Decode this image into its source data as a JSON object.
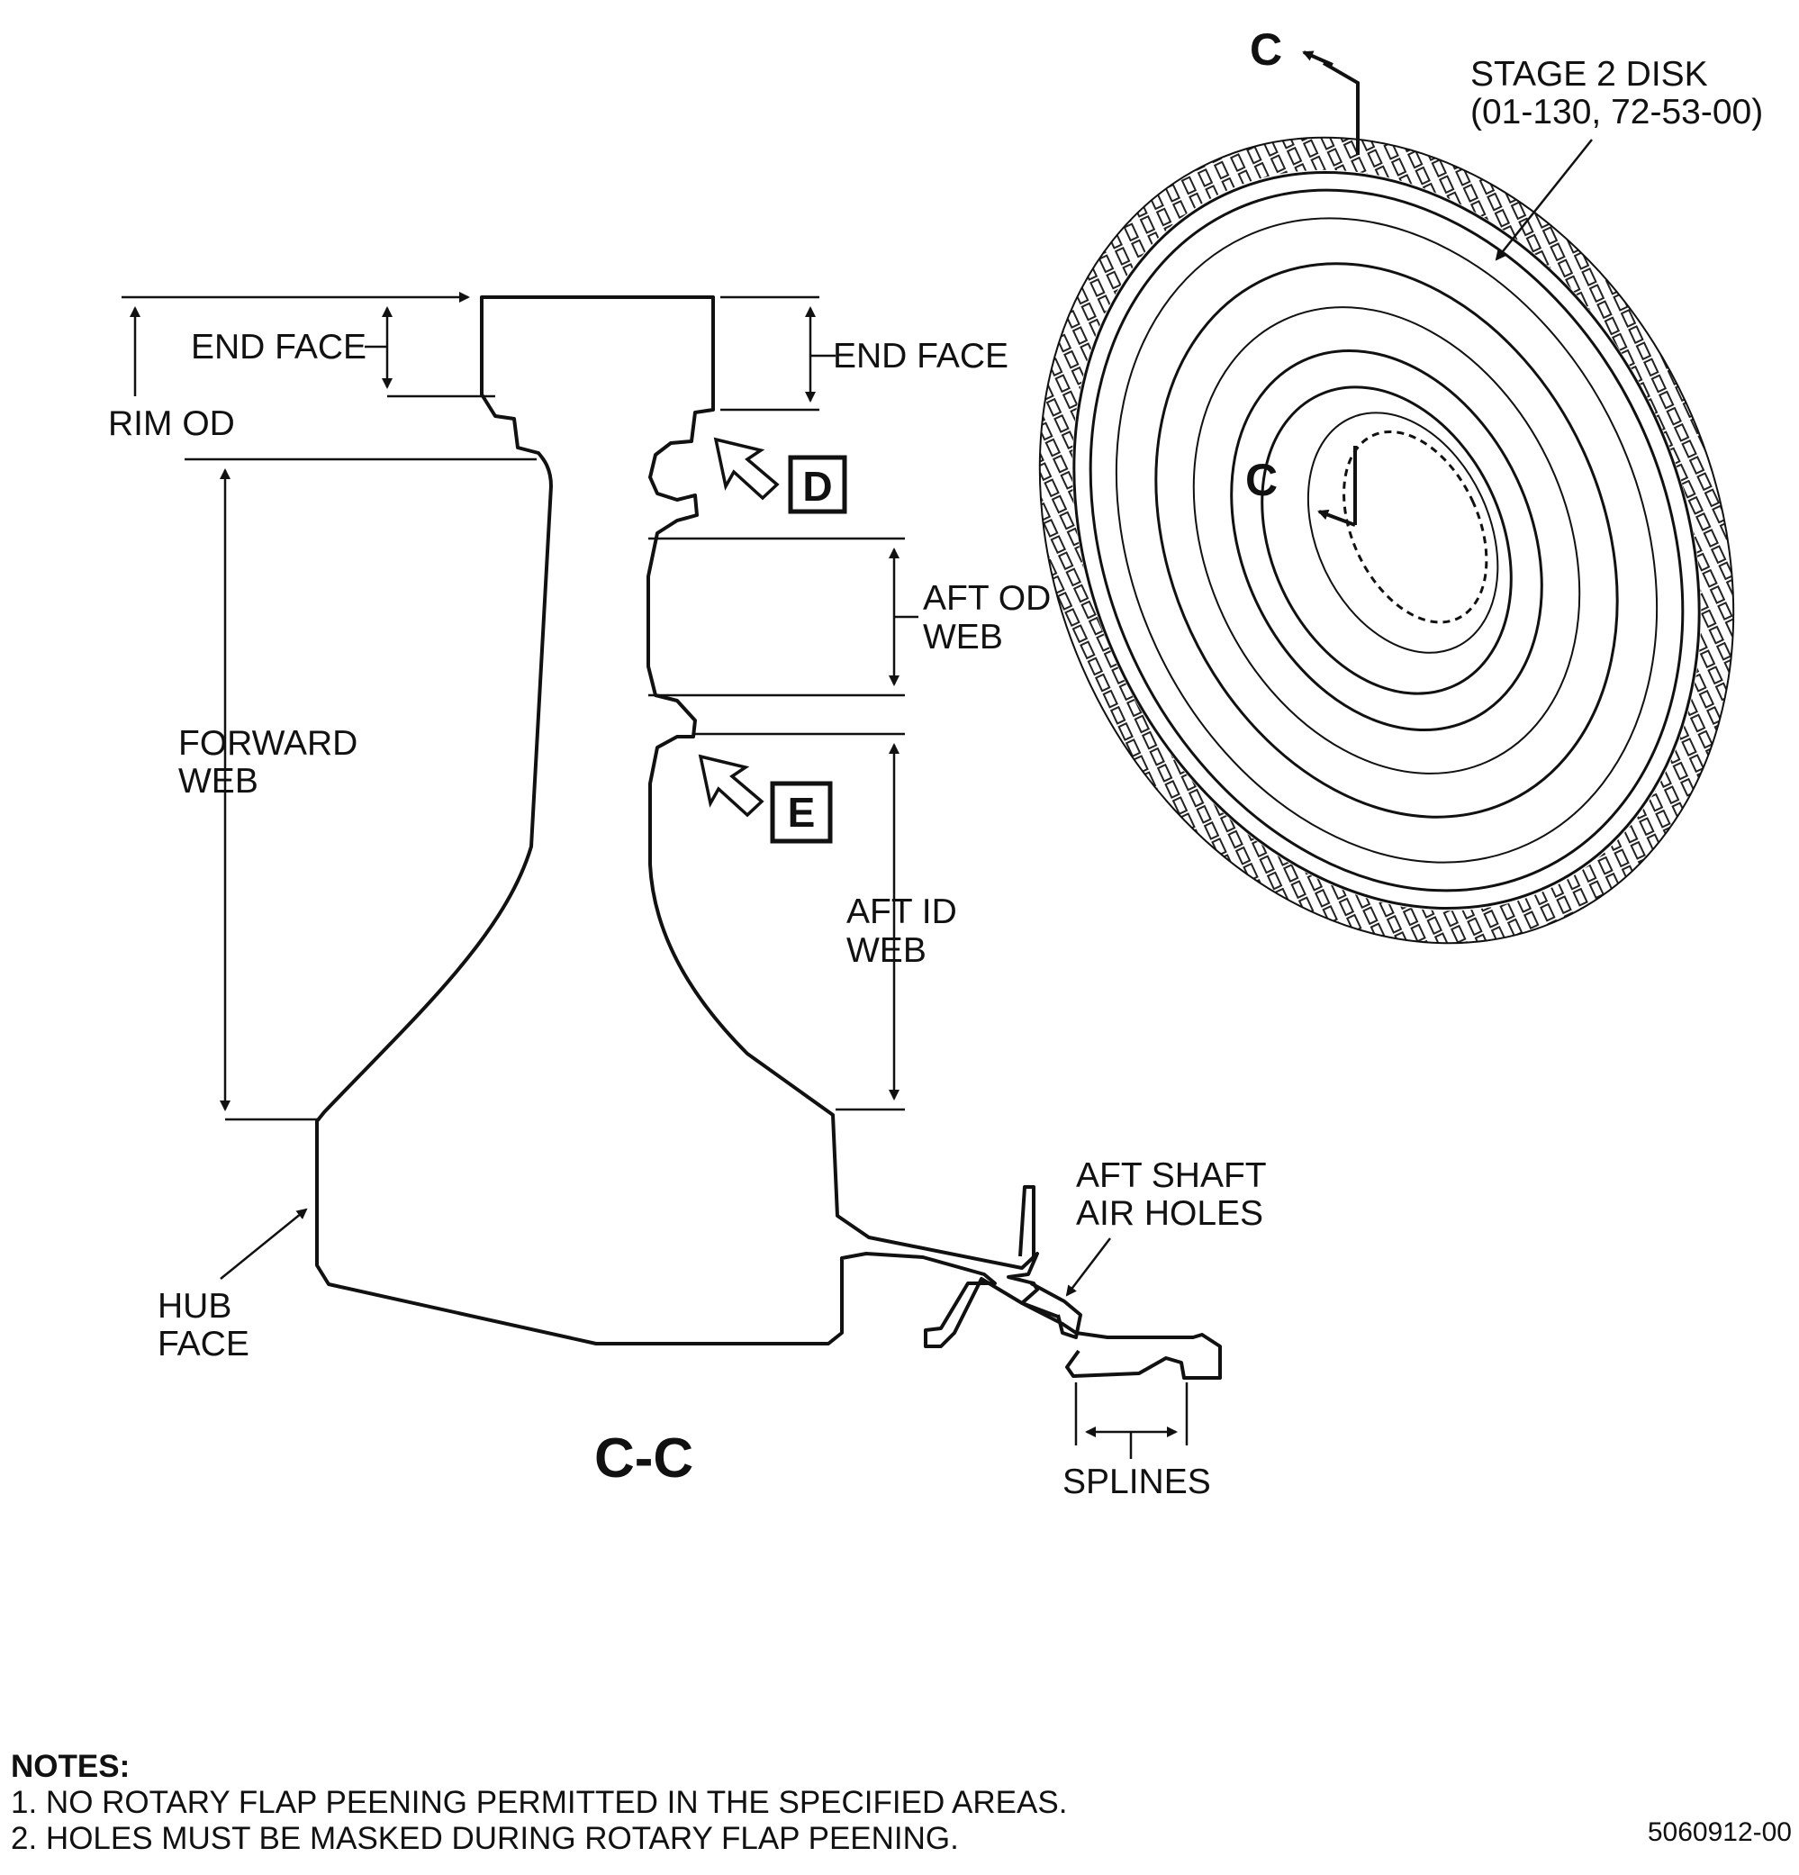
{
  "disk_label": [
    "STAGE 2 DISK",
    "(01-130, 72-53-00)"
  ],
  "section_marker": "C",
  "section_title": "C-C",
  "labels": {
    "end_face_left": "END FACE",
    "end_face_right": "END FACE",
    "rim_od": "RIM OD",
    "forward_web": [
      "FORWARD",
      "WEB"
    ],
    "aft_od_web": [
      "AFT OD",
      "WEB"
    ],
    "aft_id_web": [
      "AFT ID",
      "WEB"
    ],
    "hub_face": [
      "HUB",
      "FACE"
    ],
    "aft_shaft_air_holes": [
      "AFT SHAFT",
      "AIR HOLES"
    ],
    "splines": "SPLINES"
  },
  "view_markers": {
    "d": "D",
    "e": "E"
  },
  "notes": {
    "title": "NOTES:",
    "items": [
      "1. NO ROTARY FLAP PEENING PERMITTED IN THE SPECIFIED AREAS.",
      "2. HOLES MUST BE MASKED DURING ROTARY FLAP PEENING."
    ]
  },
  "figure_number": "5060912-00"
}
